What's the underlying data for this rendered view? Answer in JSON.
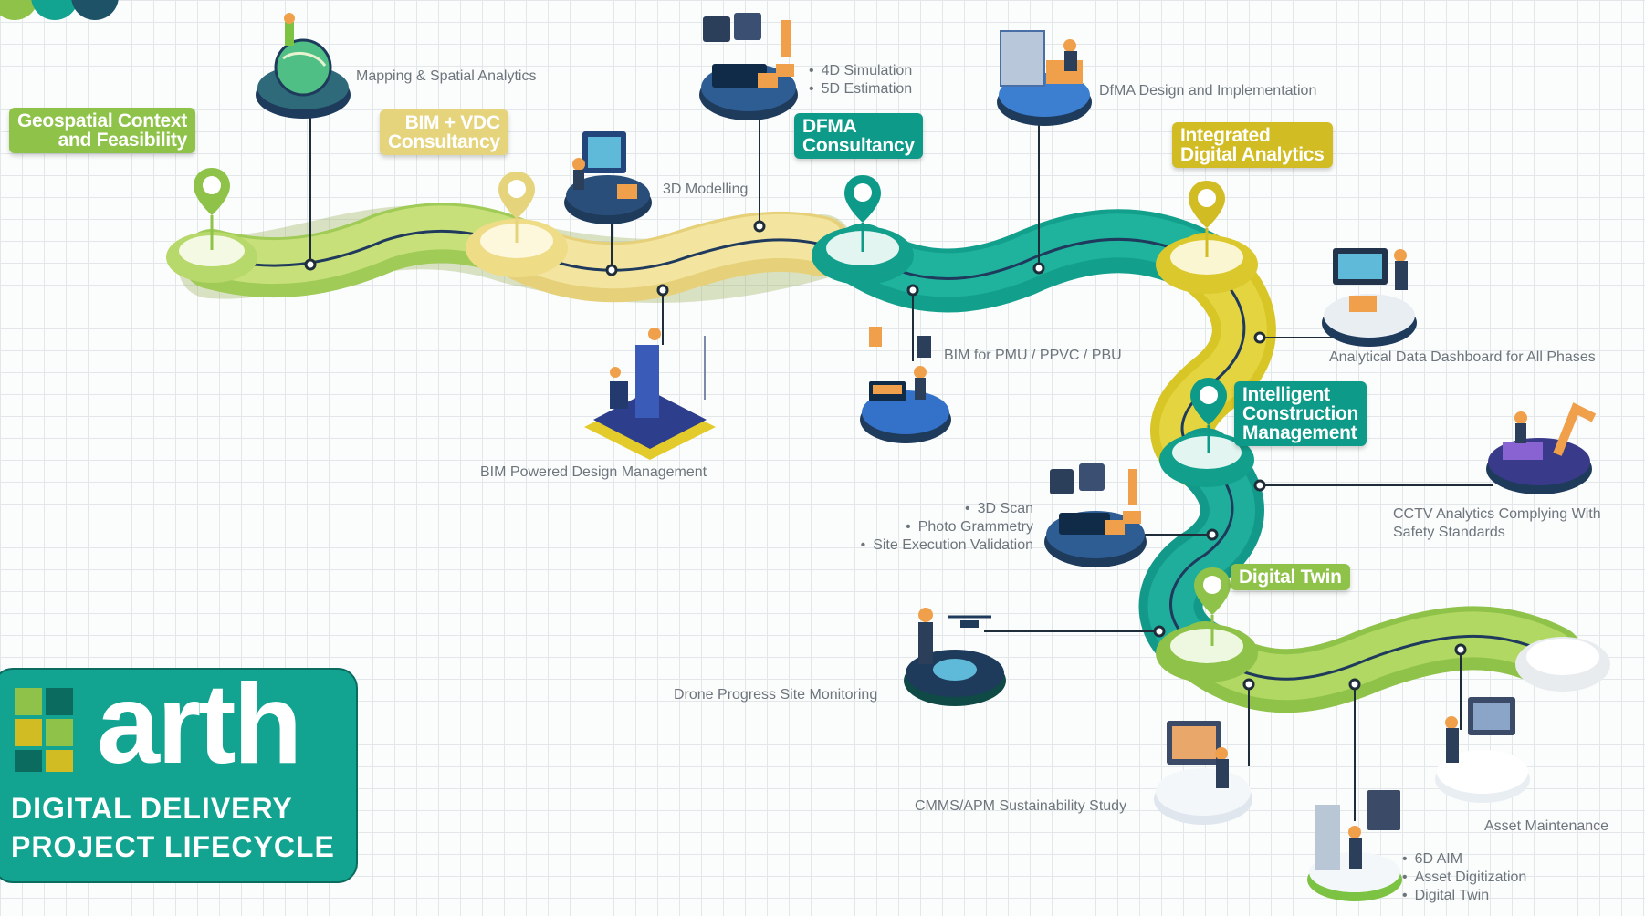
{
  "brand": {
    "logo_text": "arth",
    "subtitle_line1": "DIGITAL DELIVERY",
    "subtitle_line2": "PROJECT LIFECYCLE"
  },
  "milestones": {
    "geospatial": [
      "Geospatial Context",
      "and Feasibility"
    ],
    "bim_vdc": [
      "BIM + VDC",
      "Consultancy"
    ],
    "dfma": [
      "DFMA",
      "Consultancy"
    ],
    "analytics": [
      "Integrated",
      "Digital Analytics"
    ],
    "icm": [
      "Intelligent",
      "Construction",
      "Management"
    ],
    "digital_twin": [
      "Digital Twin"
    ]
  },
  "activities": {
    "mapping": "Mapping & Spatial Analytics",
    "modelling_3d": "3D Modelling",
    "bim_design": "BIM Powered Design Management",
    "sim_list": [
      "4D Simulation",
      "5D Estimation"
    ],
    "dfma_design": "DfMA Design and Implementation",
    "bim_pmu": "BIM for PMU / PPVC / PBU",
    "dashboard": "Analytical Data Dashboard for All Phases",
    "scan_list": [
      "3D Scan",
      "Photo Grammetry",
      "Site Execution Validation"
    ],
    "cctv": [
      "CCTV Analytics Complying With",
      "Safety Standards"
    ],
    "drone": "Drone Progress Site Monitoring",
    "cmms": "CMMS/APM Sustainability Study",
    "asset_maintenance": "Asset Maintenance",
    "aim_list": [
      "6D AIM",
      "Asset Digitization",
      "Digital Twin"
    ]
  },
  "colors": {
    "green": "#8fc249",
    "light_green": "#c6e07a",
    "yellow": "#e6d47c",
    "teal": "#0e9a88",
    "gold": "#d2bc24",
    "navy": "#1f3a5c",
    "grid": "#e3e7ea"
  },
  "icons": [
    "location-pin-icon",
    "isometric-illustration-icon",
    "connector-node-icon"
  ]
}
